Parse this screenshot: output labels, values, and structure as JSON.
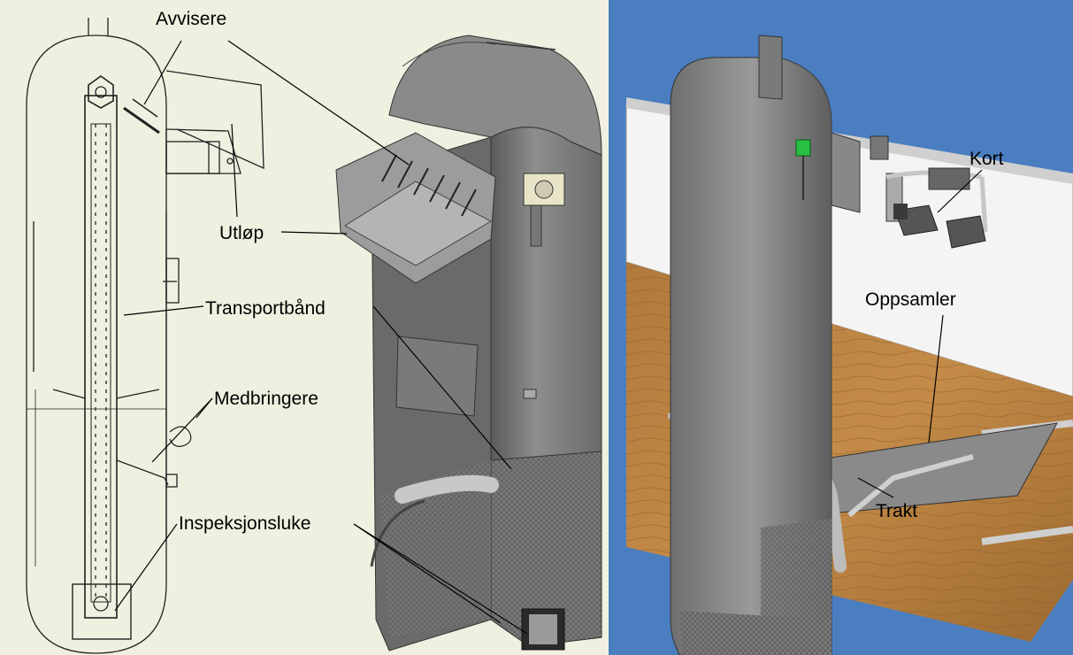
{
  "left_panel": {
    "background": "#f0f0e0",
    "labels": {
      "avvisere": "Avvisere",
      "utlop": "Utløp",
      "transportband": "Transportbånd",
      "medbringere": "Medbringere",
      "inspeksjonsluke": "Inspeksjonsluke"
    }
  },
  "right_panel": {
    "background": "#4a7ec0",
    "labels": {
      "kort": "Kort",
      "oppsamler": "Oppsamler",
      "trakt": "Trakt"
    }
  }
}
